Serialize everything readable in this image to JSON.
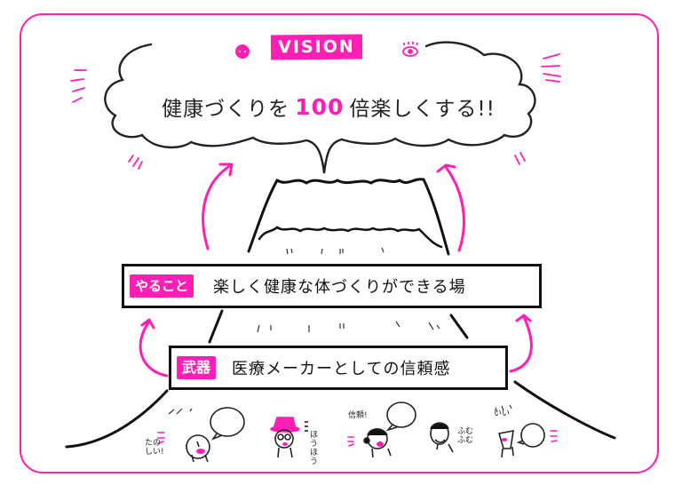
{
  "vision": {
    "badge": "VISION",
    "statement_before": "健康づくりを",
    "statement_highlight": "100",
    "statement_after": "倍楽しくする!!"
  },
  "banners": [
    {
      "tag": "やること",
      "text": "楽しく健康な体づくりができる場"
    },
    {
      "tag": "武器",
      "text": "医療メーカーとしての信頼感"
    }
  ],
  "people": [
    {
      "name": "person-1",
      "remark": "たのしい!"
    },
    {
      "name": "person-2-pink-hat",
      "remark": "ほうほう"
    },
    {
      "name": "person-3",
      "remark": "信頼!"
    },
    {
      "name": "person-4",
      "remark": "ふむふむ"
    },
    {
      "name": "person-5",
      "remark": "いい"
    }
  ],
  "colors": {
    "accent": "#ff1fb4",
    "ink": "#111111",
    "background": "#ffffff"
  }
}
